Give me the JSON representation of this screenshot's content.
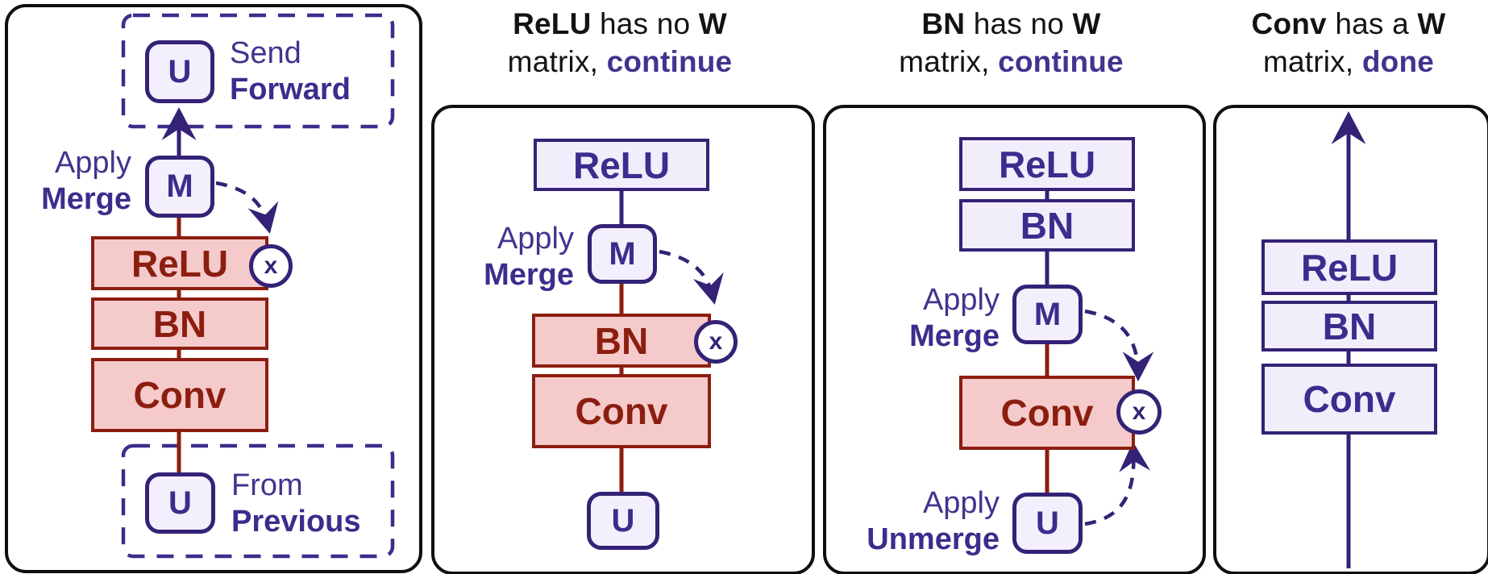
{
  "colors": {
    "panel_border": "#0f0f0f",
    "accent_purple": "#43338f",
    "node_purple": "#342277",
    "dark_red": "#8b1e10",
    "red_fill": "#f5caca",
    "lavender_fill": "#f2edfb"
  },
  "panel1": {
    "u_top": "U",
    "send_line1": "Send",
    "send_line2": "Forward",
    "apply_line1": "Apply",
    "apply_line2": "Merge",
    "m": "M",
    "x": "x",
    "blocks": {
      "relu": "ReLU",
      "bn": "BN",
      "conv": "Conv"
    },
    "u_bottom": "U",
    "from_line1": "From",
    "from_line2": "Previous"
  },
  "panel2": {
    "title": {
      "b1": "ReLU",
      "mid": "has no",
      "b2": "W",
      "line2_plain": "matrix,",
      "line2_accent": "continue"
    },
    "blocks": {
      "relu": "ReLU",
      "bn": "BN",
      "conv": "Conv"
    },
    "apply_line1": "Apply",
    "apply_line2": "Merge",
    "m": "M",
    "x": "x",
    "u": "U"
  },
  "panel3": {
    "title": {
      "b1": "BN",
      "mid": "has no",
      "b2": "W",
      "line2_plain": "matrix,",
      "line2_accent": "continue"
    },
    "blocks": {
      "relu": "ReLU",
      "bn": "BN",
      "conv": "Conv"
    },
    "apply_merge_line1": "Apply",
    "apply_merge_line2": "Merge",
    "apply_unmerge_line1": "Apply",
    "apply_unmerge_line2": "Unmerge",
    "m": "M",
    "x": "x",
    "u": "U"
  },
  "panel4": {
    "title": {
      "b1": "Conv",
      "mid": "has a",
      "b2": "W",
      "line2_plain": "matrix,",
      "line2_accent": "done"
    },
    "blocks": {
      "relu": "ReLU",
      "bn": "BN",
      "conv": "Conv"
    }
  }
}
